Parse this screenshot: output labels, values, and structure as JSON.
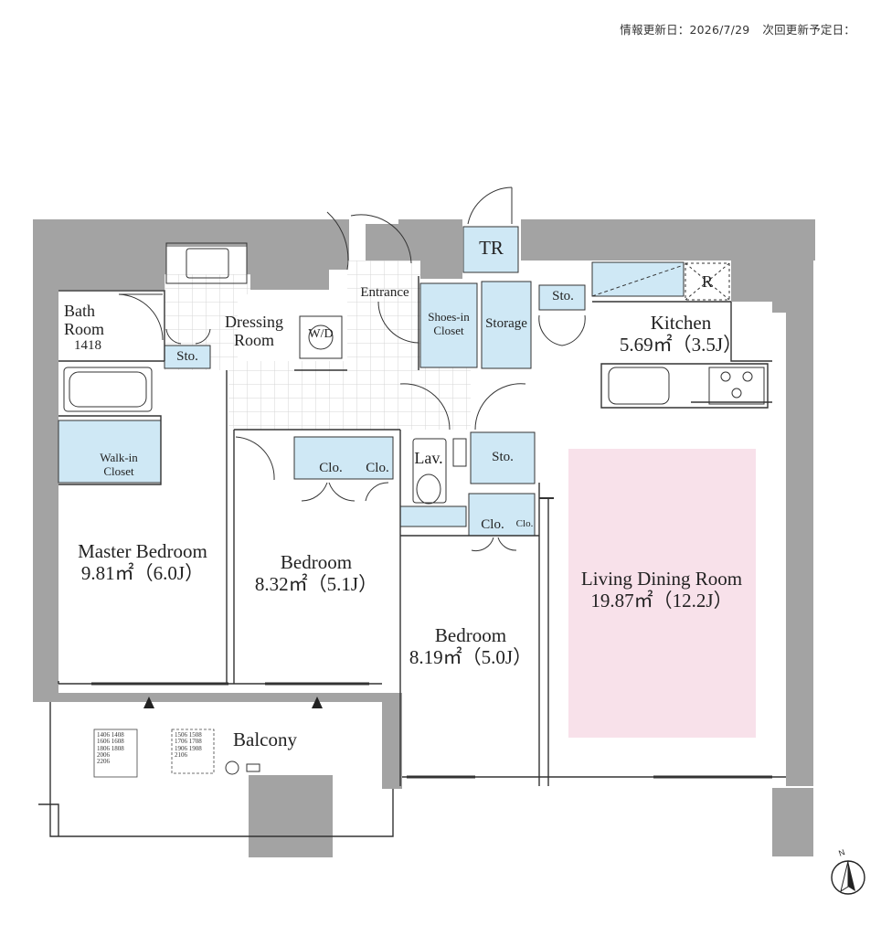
{
  "header": {
    "updated_label": "情報更新日：2026/7/29",
    "next_update_label": "次回更新予定日："
  },
  "rooms": {
    "tr": "TR",
    "bath": {
      "line1": "Bath",
      "line2": "Room",
      "line3": "1418"
    },
    "dressing": {
      "line1": "Dressing",
      "line2": "Room"
    },
    "wd": "W/D",
    "entrance": "Entrance",
    "shoes": {
      "line1": "Shoes-in",
      "line2": "Closet"
    },
    "storage": "Storage",
    "sto_kitchen": "Sto.",
    "sto_bath": "Sto.",
    "sto_hall": "Sto.",
    "r": "R",
    "kitchen": {
      "name": "Kitchen",
      "area": "5.69㎡（3.5J）"
    },
    "walkin": {
      "line1": "Walk-in",
      "line2": "Closet"
    },
    "master": {
      "name": "Master Bedroom",
      "area": "9.81㎡（6.0J）"
    },
    "bed1": {
      "name": "Bedroom",
      "area": "8.32㎡（5.1J）"
    },
    "bed2": {
      "name": "Bedroom",
      "area": "8.19㎡（5.0J）"
    },
    "living": {
      "name": "Living Dining Room",
      "area": "19.87㎡（12.2J）"
    },
    "clo1": "Clo.",
    "clo2": "Clo.",
    "clo3": "Clo.",
    "clo4": "Clo.",
    "lav": "Lav.",
    "balcony": "Balcony"
  },
  "unit_numbers": {
    "box1": [
      "1406 1408",
      "1606 1608",
      "1806 1808",
      "2006",
      "2206"
    ],
    "box2": [
      "1506 1508",
      "1706 1708",
      "1906 1908",
      "2106"
    ]
  },
  "compass": {
    "north_label": "N"
  },
  "colors": {
    "wall": "#a0a0a0",
    "closet": "#cfe8f5",
    "living": "#f8e1ea",
    "line": "#333333",
    "tile": "#d8d8d8"
  }
}
